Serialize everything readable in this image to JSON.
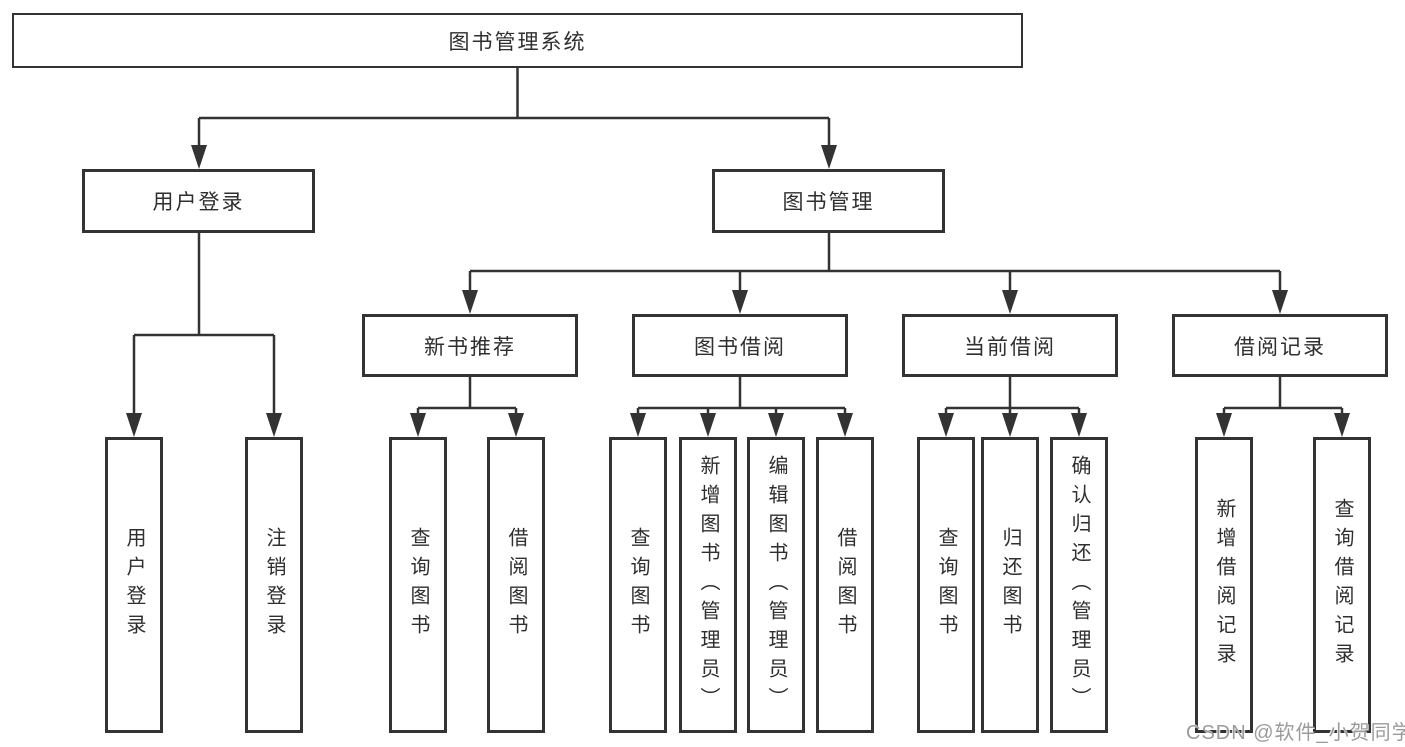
{
  "diagram": {
    "root": {
      "label": "图书管理系统"
    },
    "branches": {
      "user_login": {
        "label": "用户登录",
        "children": [
          {
            "label": "用户登录"
          },
          {
            "label": "注销登录"
          }
        ]
      },
      "book_management": {
        "label": "图书管理",
        "sections": [
          {
            "label": "新书推荐",
            "children": [
              {
                "label": "查询图书"
              },
              {
                "label": "借阅图书"
              }
            ]
          },
          {
            "label": "图书借阅",
            "children": [
              {
                "label": "查询图书"
              },
              {
                "label": "新增图书（管理员）"
              },
              {
                "label": "编辑图书（管理员）"
              },
              {
                "label": "借阅图书"
              }
            ]
          },
          {
            "label": "当前借阅",
            "children": [
              {
                "label": "查询图书"
              },
              {
                "label": "归还图书"
              },
              {
                "label": "确认归还（管理员）"
              }
            ]
          },
          {
            "label": "借阅记录",
            "children": [
              {
                "label": "新增借阅记录"
              },
              {
                "label": "查询借阅记录"
              }
            ]
          }
        ]
      }
    }
  },
  "watermark": {
    "text": "CSDN @软件_小贺同学"
  },
  "colors": {
    "line": "#333333",
    "box_border": "#333333",
    "box_bg": "#ffffff",
    "text": "#2f2f2f",
    "watermark": "#9b9b9b"
  }
}
